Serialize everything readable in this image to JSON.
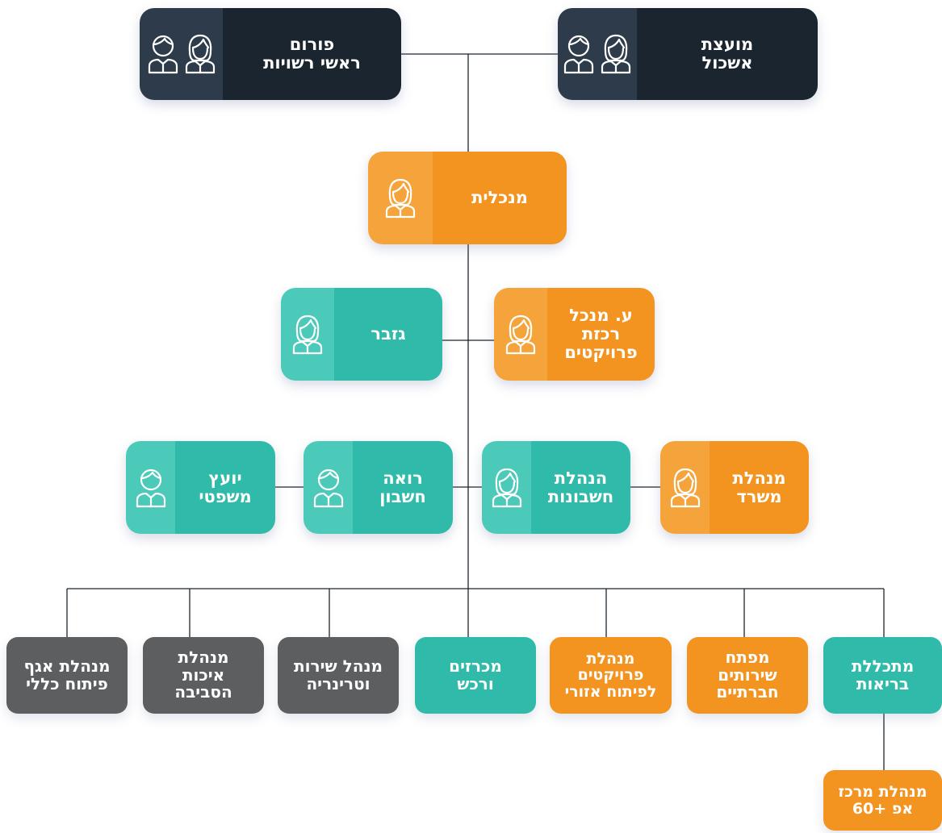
{
  "nodes": {
    "forum": {
      "label": "פורום\nראשי רשויות",
      "icons": [
        "man-icon",
        "woman-icon"
      ]
    },
    "council": {
      "label": "מועצת\nאשכול",
      "icons": [
        "man-icon",
        "woman-icon"
      ]
    },
    "ceo": {
      "label": "מנכלית",
      "icons": [
        "woman-icon"
      ]
    },
    "treasurer": {
      "label": "גזבר",
      "icons": [
        "woman-icon"
      ]
    },
    "deputy_ceo": {
      "label": "ע. מנכל\nרכזת\nפרויקטים",
      "icons": [
        "woman-icon"
      ]
    },
    "legal": {
      "label": "יועץ\nמשפטי",
      "icons": [
        "man-icon"
      ]
    },
    "accountant": {
      "label": "רואה\nחשבון",
      "icons": [
        "man-icon"
      ]
    },
    "bookkeeping": {
      "label": "הנהלת\nחשבונות",
      "icons": [
        "woman-icon"
      ]
    },
    "office_manager": {
      "label": "מנהלת\nמשרד",
      "icons": [
        "woman-icon"
      ]
    }
  },
  "leaves": {
    "general_dev": "מנהלת אגף\nפיתוח כללי",
    "environment": "מנהלת\nאיכות\nהסביבה",
    "vet": "מנהל שירות\nוטרינריה",
    "tenders": "מכרזים\nורכש",
    "regional_projects": "מנהלת\nפרויקטים\nלפיתוח אזורי",
    "social_services": "מפתח\nשירותים\nחברתיים",
    "health": "מתכללת\nבריאות",
    "center60": "מנהלת מרכז\nאפ +60"
  },
  "colors": {
    "dark": "#1b2530",
    "orange": "#f39320",
    "teal": "#2fbaa9",
    "gray": "#5d5e60",
    "line": "#1b2530"
  }
}
